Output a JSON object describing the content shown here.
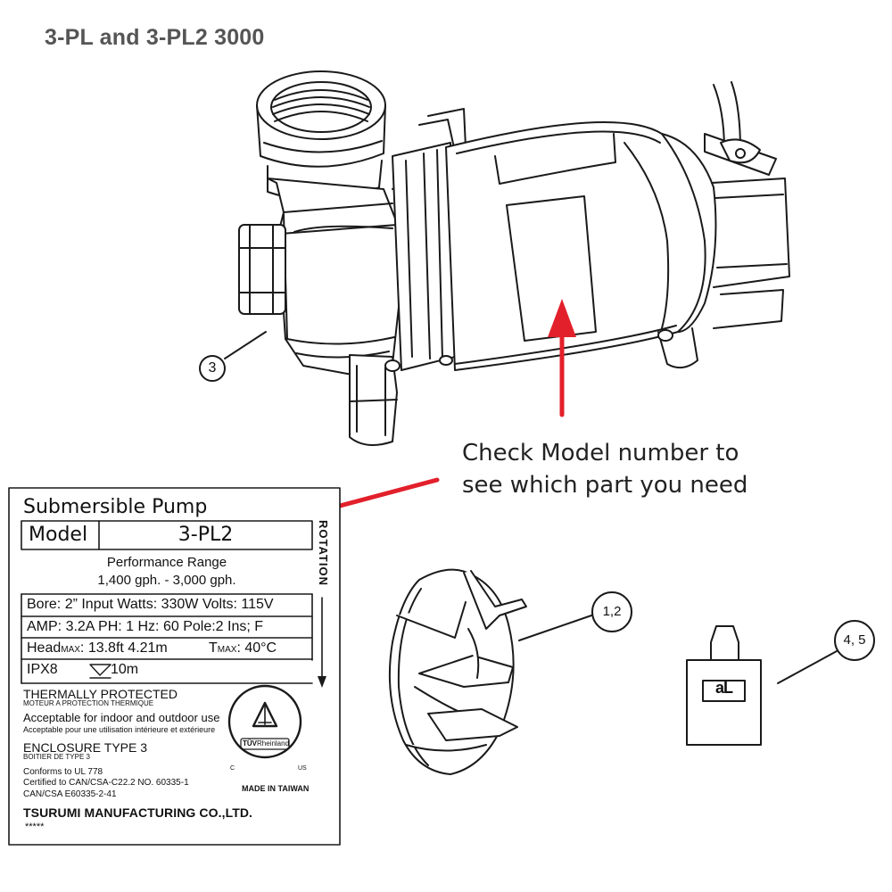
{
  "header": {
    "title": "3-PL and 3-PL2 3000"
  },
  "callout": {
    "line1": "Check Model number to",
    "line2": "see which part you need"
  },
  "part_numbers": {
    "pump": "3",
    "impeller": "1,2",
    "kit": "4, 5"
  },
  "kit_label": {
    "text": "aL"
  },
  "nameplate": {
    "product": "Submersible Pump",
    "model_label": "Model",
    "model_value": "3-PL2",
    "rotation": "ROTATION",
    "performance_title": "Performance Range",
    "performance_range": "1,400 gph. - 3,000 gph.",
    "bore_line": "Bore: 2”  Input Watts: 330W Volts: 115V",
    "amp_line": "AMP: 3.2A  PH: 1  Hz: 60  Pole:2  Ins; F",
    "head_label": "Head",
    "head_sub": "MAX",
    "head_value": ": 13.8ft  4.21m",
    "temp_label": "T",
    "temp_sub": "MAX",
    "temp_value": ": 40°C",
    "ipx": "IPX8",
    "depth": "10m",
    "thermal": "THERMALLY PROTECTED",
    "thermal_fr": "MOTEUR A PROTECTION THERMIQUE",
    "acceptable": "Acceptable for indoor and outdoor use",
    "acceptable_fr": "Acceptable pour une utilisation intérieure et extérieure",
    "enclosure": "ENCLOSURE TYPE 3",
    "enclosure_fr": "BOITIER DE TYPE 3",
    "conforms": "Conforms to UL 778",
    "certified": "Certified to CAN/CSA-C22.2 NO. 60335-1",
    "can_csa": "CAN/CSA E60335-2-41",
    "manufacturer": "TSURUMI MANUFACTURING CO.,LTD.",
    "serial": "*****",
    "made_in": "MADE IN TAIWAN",
    "tuv_brand": "TÜV",
    "tuv_suffix": "Rheinland",
    "cert_c": "C",
    "cert_us": "US"
  },
  "colors": {
    "arrow": "#e2202b",
    "line": "#1a1a1a",
    "title": "#555555"
  }
}
